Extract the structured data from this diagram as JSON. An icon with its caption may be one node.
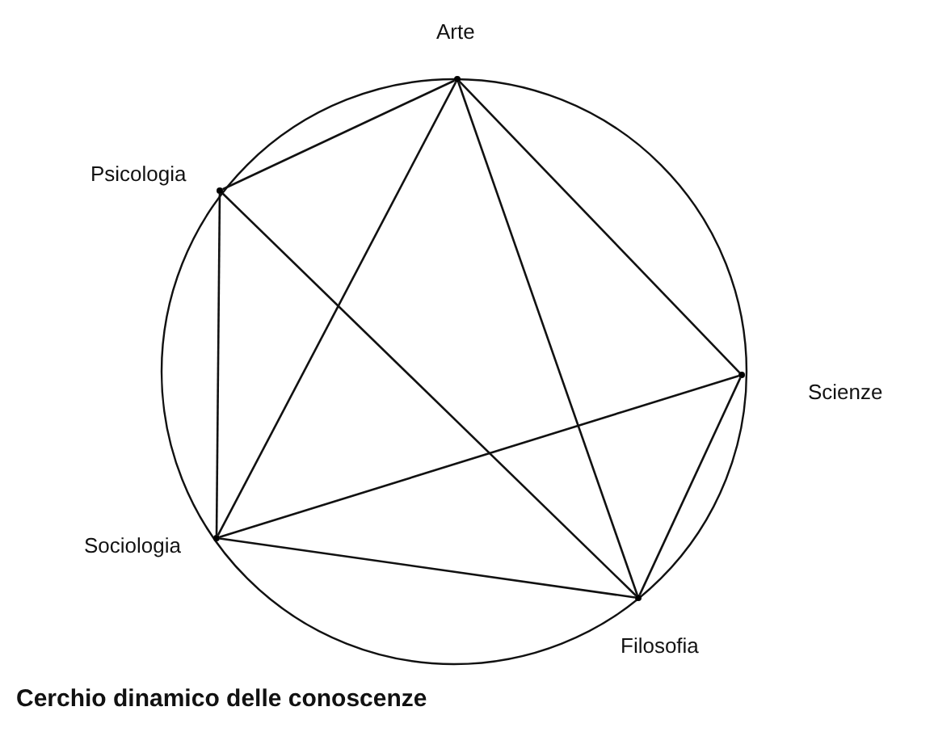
{
  "diagram": {
    "caption": "Cerchio dinamico delle conoscenze",
    "nodes": [
      {
        "text": [],
        "shape": "dot",
        "beside": [
          "Arte"
        ]
      },
      {
        "text": [],
        "shape": "dot",
        "beside": [
          "Psicologia"
        ]
      },
      {
        "text": [],
        "shape": "dot",
        "beside": [
          "Scienze"
        ]
      },
      {
        "text": [],
        "shape": "dot",
        "beside": [
          "Sociologia"
        ]
      },
      {
        "text": [],
        "shape": "dot",
        "beside": [
          "Filosofia"
        ]
      }
    ],
    "edges": [
      {
        "from": 0,
        "to": 1,
        "arrow": "none"
      },
      {
        "from": 0,
        "to": 3,
        "arrow": "none"
      },
      {
        "from": 0,
        "to": 2,
        "arrow": "none"
      },
      {
        "from": 0,
        "to": 4,
        "arrow": "none"
      },
      {
        "from": 1,
        "to": 3,
        "arrow": "none"
      },
      {
        "from": 1,
        "to": 4,
        "arrow": "none"
      },
      {
        "from": 3,
        "to": 2,
        "arrow": "none"
      },
      {
        "from": 3,
        "to": 4,
        "arrow": "none"
      },
      {
        "from": 2,
        "to": 4,
        "arrow": "none"
      }
    ]
  }
}
